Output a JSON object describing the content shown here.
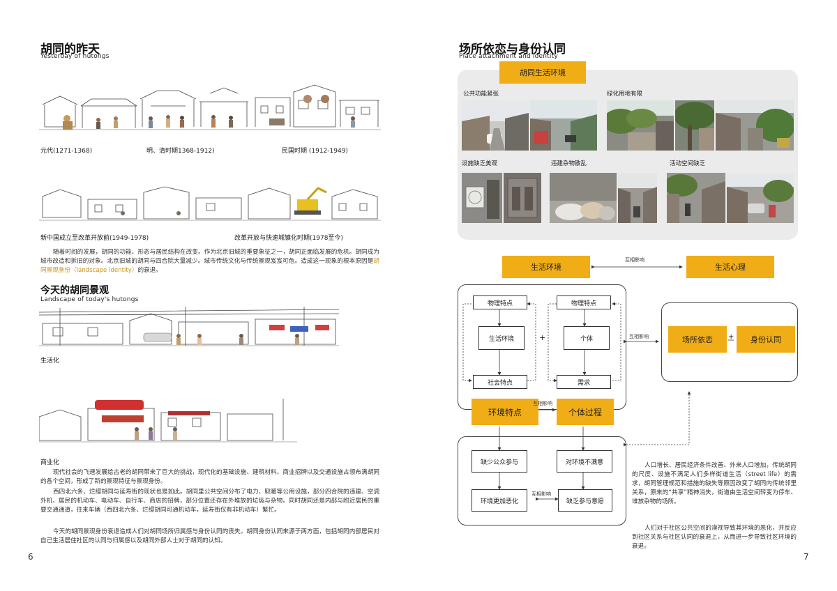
{
  "left": {
    "title_cn": "胡同的昨天",
    "title_en": "Yesterday of hutongs",
    "captions_row1": [
      "元代(1271-1368)",
      "明、清时期1368-1912)",
      "民国时期 (1912-1949)"
    ],
    "captions_row2": [
      "新中国成立至改革开放前(1949-1978)",
      "改革开放与快速城镇化时期(1978至今)"
    ],
    "para1_a": "随着时间的发展，胡同的功能、形态与居民结构在改变。作为北京旧城的重要象征之一，胡同正面临发展的危机。胡同成为城市改造和拆旧的对象。北京旧城的胡同与四合院大量减少。城市传统文化与传统景观岌岌可危。造成这一现象的根本原因是",
    "para1_hl": "胡同景观身份（landscape identity）",
    "para1_b": "的衰退。",
    "sub_cn": "今天的胡同景观",
    "sub_en": "Landscape of today's hutongs",
    "label_life": "生活化",
    "label_comm": "商业化",
    "para2": "现代社会的飞速发展给古老的胡同带来了巨大的挑战，现代化的基础设施、建筑材料、商业招牌以及交通设施占领布满胡同的各个空间，形成了新的景观特征与景观身份。",
    "para3": "西四北六条、烂缦胡同与延寿街的现状也是如此。胡同里公共空间分布了电力、取暖等公用设施，部分四合院的违建、空调外机、居民的机动车、电动车、自行车、商店的招牌，部分位置还存在外堆放的垃圾与杂物。同时胡同还是内部与附近居民的重要交通通道，往来车辆（西四北六条、烂缦胡同可通机动车，延寿街仅有非机动车）繁忙。",
    "para4": "今天的胡同景观身份衰退造成人们对胡同场所归属感与身份认同的丧失。胡同身份认同来源于两方面，包括胡同内部居民对自己生活居住社区的认同与归属感以及胡同外部人士对于胡同的认知。",
    "page": "6"
  },
  "right": {
    "title_cn": "场所依恋与身份认同",
    "title_en": "Place attachment and identity",
    "panel_tag": "胡同生活环境",
    "photo_labels": [
      "公共功能紧张",
      "绿化用地有限",
      "设施缺乏美观",
      "违建杂物散乱",
      "活动空间缺乏"
    ],
    "top_left": "生活环境",
    "top_right": "生活心理",
    "top_arrow": "互相影响",
    "d_phys1": "物理特点",
    "d_life_env": "生活环境",
    "d_social": "社会特点",
    "d_phys2": "物理特点",
    "d_individual": "个体",
    "d_need": "需求",
    "plus": "+",
    "env_feat": "环境特点",
    "ind_proc": "个体过程",
    "mutual": "互相影响",
    "place_att": "场所依恋",
    "identity": "身份认同",
    "lack_pub": "缺少公众参与",
    "dissat": "对环境不满意",
    "env_worse": "环境更加恶化",
    "lack_will": "缺乏参与意愿",
    "rpara1": "人口增长、居民经济条件改善、外来人口增加，传统胡同的尺度、设施不满足人们多样街道生活（street life）的需求，胡同管理规范和措施的缺失等原因改变了胡同内传统邻里关系，原来的“共享”精神消失，街道由生活空间转变为停车、堆放杂物的场所。",
    "rpara2": "人们对于社区公共空间的漠视导致其环境的恶化，并反应到社区关系与社区认同的衰退上，从而进一步导致社区环境的衰退。",
    "page": "7"
  },
  "colors": {
    "accent": "#f0ad16",
    "highlight": "#c8911a",
    "panel": "#ebebeb"
  }
}
